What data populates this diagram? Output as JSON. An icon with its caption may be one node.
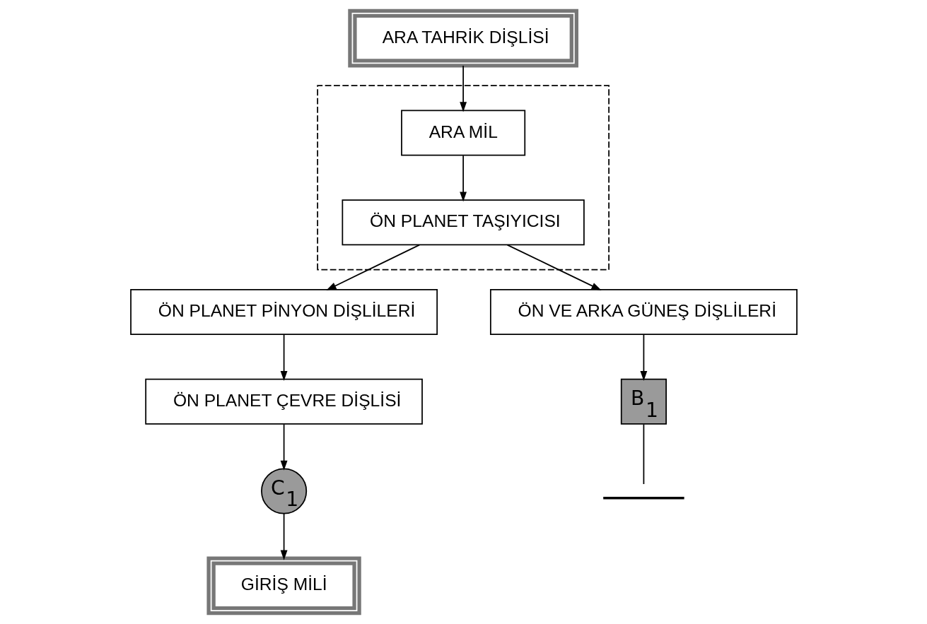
{
  "diagram": {
    "nodes": [
      {
        "text": [
          "ARA TAHRİK DİŞLİSİ"
        ]
      },
      {
        "text": [],
        "shape": "box"
      },
      {
        "text": [
          "ARA MİL"
        ],
        "in": 1
      },
      {
        "text": [
          "ÖN PLANET TAŞIYICISI"
        ],
        "in": 1
      },
      {
        "text": [
          "ÖN PLANET PİNYON DİŞLİLERİ"
        ]
      },
      {
        "text": [
          "ÖN VE ARKA GÜNEŞ DİŞLİLERİ"
        ]
      },
      {
        "text": [
          "ÖN PLANET ÇEVRE DİŞLİSİ"
        ]
      },
      {
        "text": [
          "B$_{1}$"
        ]
      },
      {
        "text": [],
        "shape": "ground"
      },
      {
        "text": [
          "C$_{1}$"
        ]
      },
      {
        "text": [
          "GİRİŞ MİLİ"
        ]
      }
    ],
    "edges": [
      {
        "from": 0,
        "to": 2,
        "arrow": "to"
      },
      {
        "from": 2,
        "to": 3,
        "arrow": "to"
      },
      {
        "from": 3,
        "to": 4,
        "arrow": "to"
      },
      {
        "from": 3,
        "to": 5,
        "arrow": "to"
      },
      {
        "from": 4,
        "to": 6,
        "arrow": "to"
      },
      {
        "from": 6,
        "to": 9,
        "arrow": "to"
      },
      {
        "from": 9,
        "to": 10,
        "arrow": "to"
      },
      {
        "from": 5,
        "to": 7,
        "arrow": "to"
      },
      {
        "from": 7,
        "to": 8,
        "arrow": "none"
      }
    ]
  }
}
